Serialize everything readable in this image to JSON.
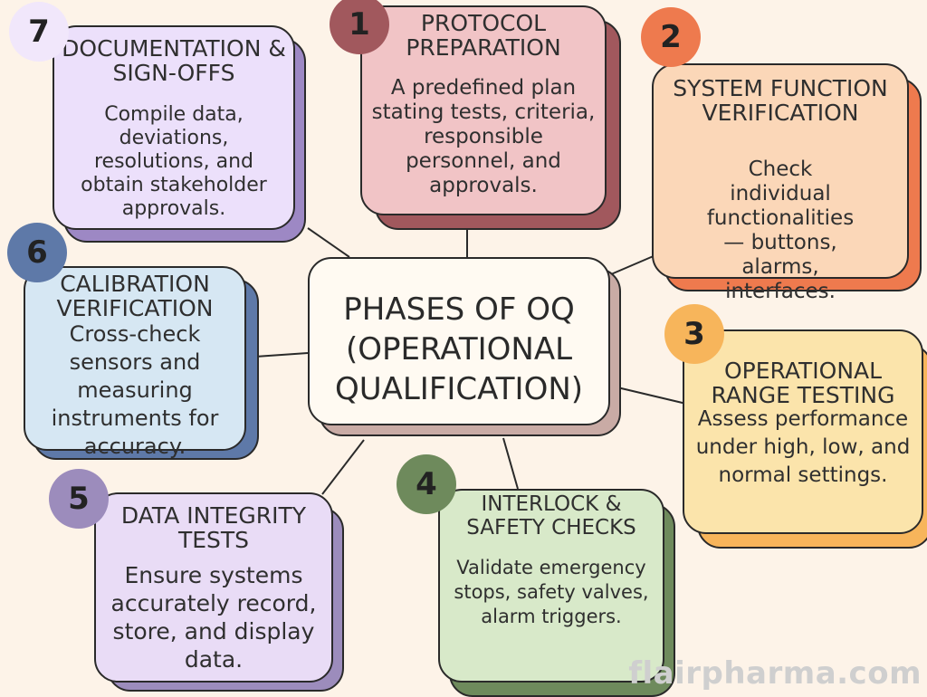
{
  "center": {
    "title": "PHASES OF OQ (OPERATIONAL QUALIFICATION)"
  },
  "phases": [
    {
      "number": "1",
      "title": "PROTOCOL PREPARATION",
      "body": "A predefined plan stating tests, criteria, responsible personnel, and approvals.",
      "color": "#f1c4c6",
      "shadow": "#a1585d",
      "badge": "#a1585d"
    },
    {
      "number": "2",
      "title": "SYSTEM FUNCTION VERIFICATION",
      "body": "Check individual functionalities— buttons, alarms, interfaces.",
      "color": "#fbd7b8",
      "shadow": "#ee7a4e",
      "badge": "#ee7a4e"
    },
    {
      "number": "3",
      "title": "OPERATIONAL RANGE TESTING",
      "body": "Assess performance under high, low, and normal settings.",
      "color": "#fbe4ab",
      "shadow": "#f7b55b",
      "badge": "#f7b55b"
    },
    {
      "number": "4",
      "title": "INTERLOCK & SAFETY CHECKS",
      "body": "Validate emergency stops, safety valves, alarm triggers.",
      "color": "#d8e9c9",
      "shadow": "#6e8a5c",
      "badge": "#6e8a5c"
    },
    {
      "number": "5",
      "title": "DATA INTEGRITY TESTS",
      "body": "Ensure systems accurately record, store, and display data.",
      "color": "#e9dcf6",
      "shadow": "#9c8cbc",
      "badge": "#9c8cbc"
    },
    {
      "number": "6",
      "title": "CALIBRATION VERIFICATION",
      "body": "Cross-check sensors and measuring instruments for accuracy.",
      "color": "#d6e7f3",
      "shadow": "#5e79a8",
      "badge": "#5e79a8"
    },
    {
      "number": "7",
      "title": "DOCUMENTATION & SIGN-OFFS",
      "body": "Compile data, deviations, resolutions, and obtain stakeholder approvals.",
      "color": "#ece0fb",
      "shadow": "#9d88c4",
      "badge": "#f1e7fb"
    }
  ],
  "brand": "flairpharma.com"
}
